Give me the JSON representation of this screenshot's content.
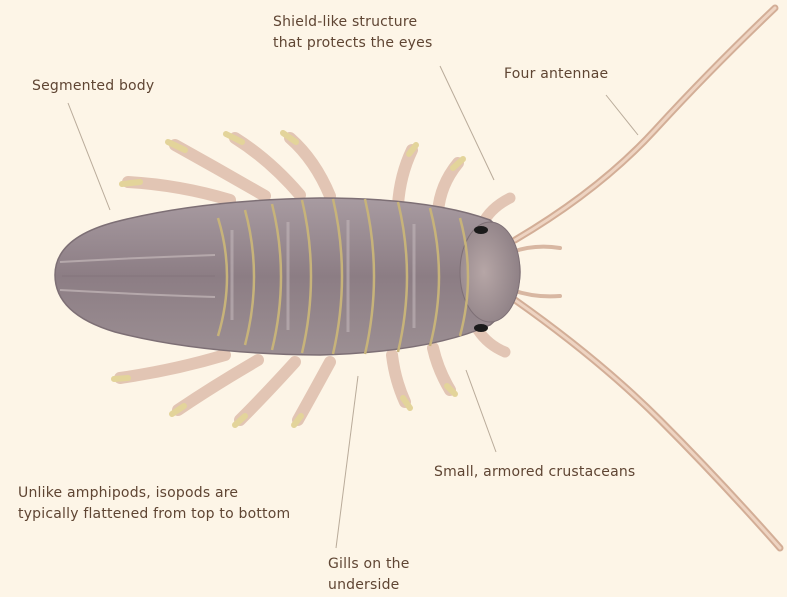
{
  "labels": {
    "shield": [
      "Shield-like structure",
      "that protects the eyes"
    ],
    "antennae": "Four antennae",
    "segmented": "Segmented body",
    "flattened": [
      "Unlike amphipods, isopods are",
      "typically flattened from top to bottom"
    ],
    "armored": "Small, armored crustaceans",
    "gills": [
      "Gills on the",
      "underside"
    ]
  },
  "colors": {
    "background": "#fdf5e7",
    "text": "#5f4533",
    "leader": "#b9ab9a",
    "body": "#8e7f86",
    "segment_line": "#c7b37a",
    "leg": "#e7cdbd",
    "leg_tip": "#e3d49a",
    "antenna": "#d8b7a2",
    "eye": "#1b1b1b"
  }
}
